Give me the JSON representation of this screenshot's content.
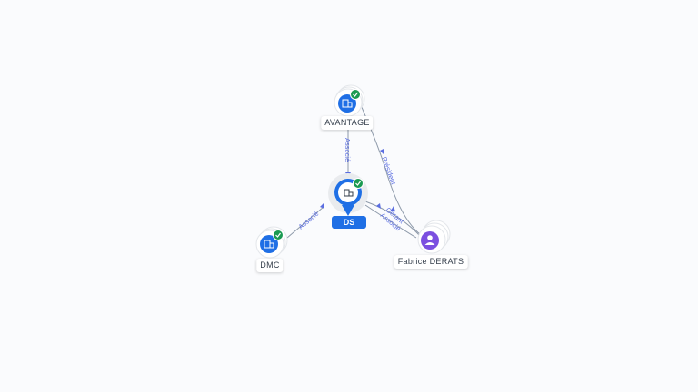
{
  "nodes": [
    {
      "id": "avantage",
      "label": "AVANTAGE",
      "kind": "company",
      "verified": true
    },
    {
      "id": "ds",
      "label": "DS",
      "kind": "company-main",
      "verified": true
    },
    {
      "id": "dmc",
      "label": "DMC",
      "kind": "company",
      "verified": true
    },
    {
      "id": "fabrice",
      "label": "Fabrice DERATS",
      "kind": "person",
      "verified": false
    }
  ],
  "edges": [
    {
      "from": "avantage",
      "to": "ds",
      "label": "Associé"
    },
    {
      "from": "dmc",
      "to": "ds",
      "label": "Associé"
    },
    {
      "from": "fabrice",
      "to": "ds",
      "label": "Gérant"
    },
    {
      "from": "fabrice",
      "to": "ds",
      "label": "Associé"
    },
    {
      "from": "fabrice",
      "to": "avantage",
      "label": "Président"
    }
  ],
  "colors": {
    "company": "#1f6fe5",
    "person": "#7b4fe0",
    "verified": "#1a9a52",
    "edge": "#8e9aaa",
    "edge_label": "#5b6ee1"
  },
  "icons": {
    "company": "building-icon",
    "person": "person-icon",
    "verified": "check-badge-icon"
  }
}
